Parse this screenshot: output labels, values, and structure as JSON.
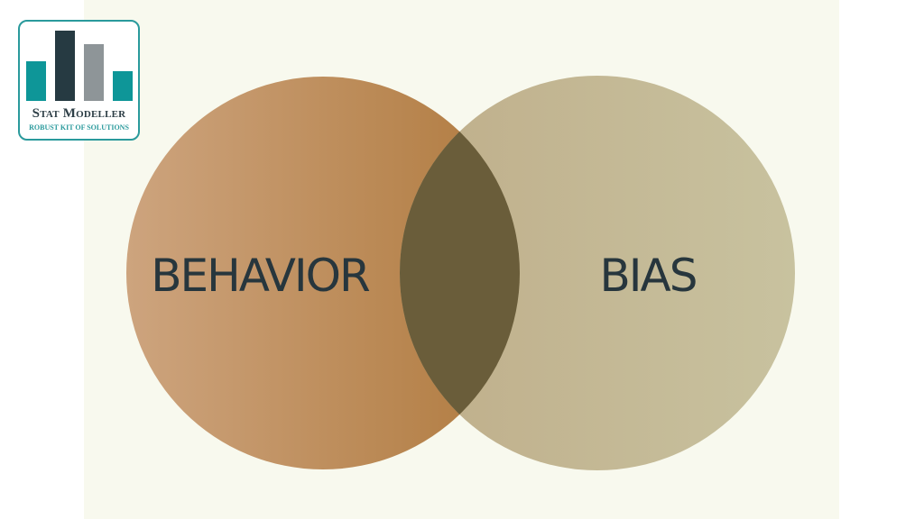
{
  "logo": {
    "title": "Stat Modeller",
    "subtitle": "ROBUST KIT OF SOLUTIONS"
  },
  "venn": {
    "sets": [
      {
        "label": "BEHAVIOR",
        "color_from": "#cda47e",
        "color_to": "#b07a3e"
      },
      {
        "label": "BIAS",
        "color_from": "#bfb08c",
        "color_to": "#c7c19e"
      }
    ],
    "intersection_color": "#6a5d3a",
    "label_color": "#27363d"
  },
  "colors": {
    "background": "#f8f9ee",
    "teal": "#0e9698",
    "dark": "#263a42",
    "gray": "#8e9598"
  }
}
